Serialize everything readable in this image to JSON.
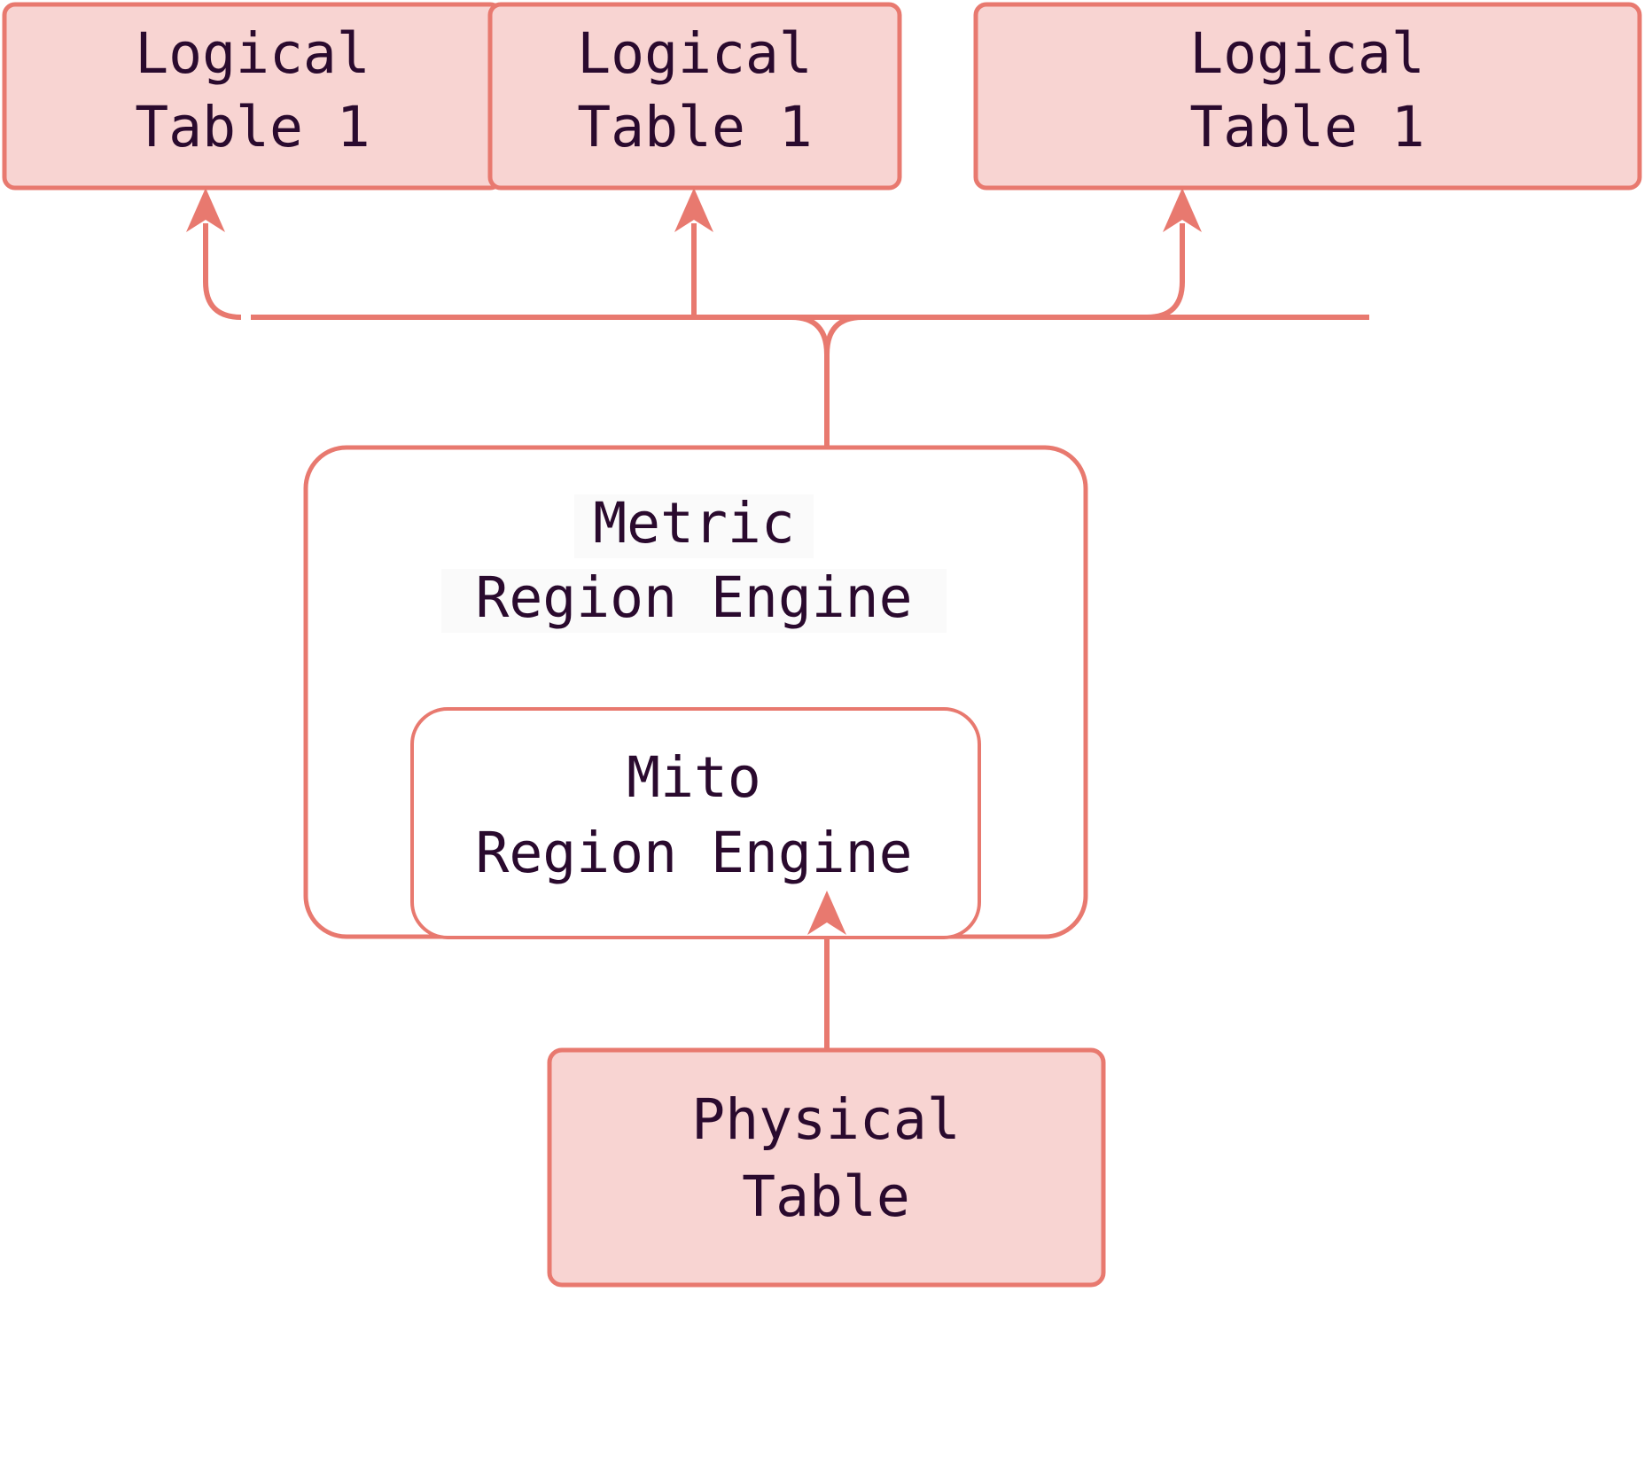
{
  "diagram": {
    "type": "architecture-flow",
    "background_color": "#ffffff",
    "accent_color": "#e8796f",
    "node_fill_color": "#f8d4d2",
    "text_color": "#2a0a2e",
    "logical_tables": [
      {
        "line1": "Logical",
        "line2": "Table 1"
      },
      {
        "line1": "Logical",
        "line2": "Table 1"
      },
      {
        "line1": "Logical",
        "line2": "Table 1"
      }
    ],
    "metric_engine": {
      "line1": "Metric",
      "line2": "Region Engine"
    },
    "mito_engine": {
      "line1": "Mito",
      "line2": "Region Engine"
    },
    "physical_table": {
      "line1": "Physical",
      "line2": "Table"
    }
  }
}
